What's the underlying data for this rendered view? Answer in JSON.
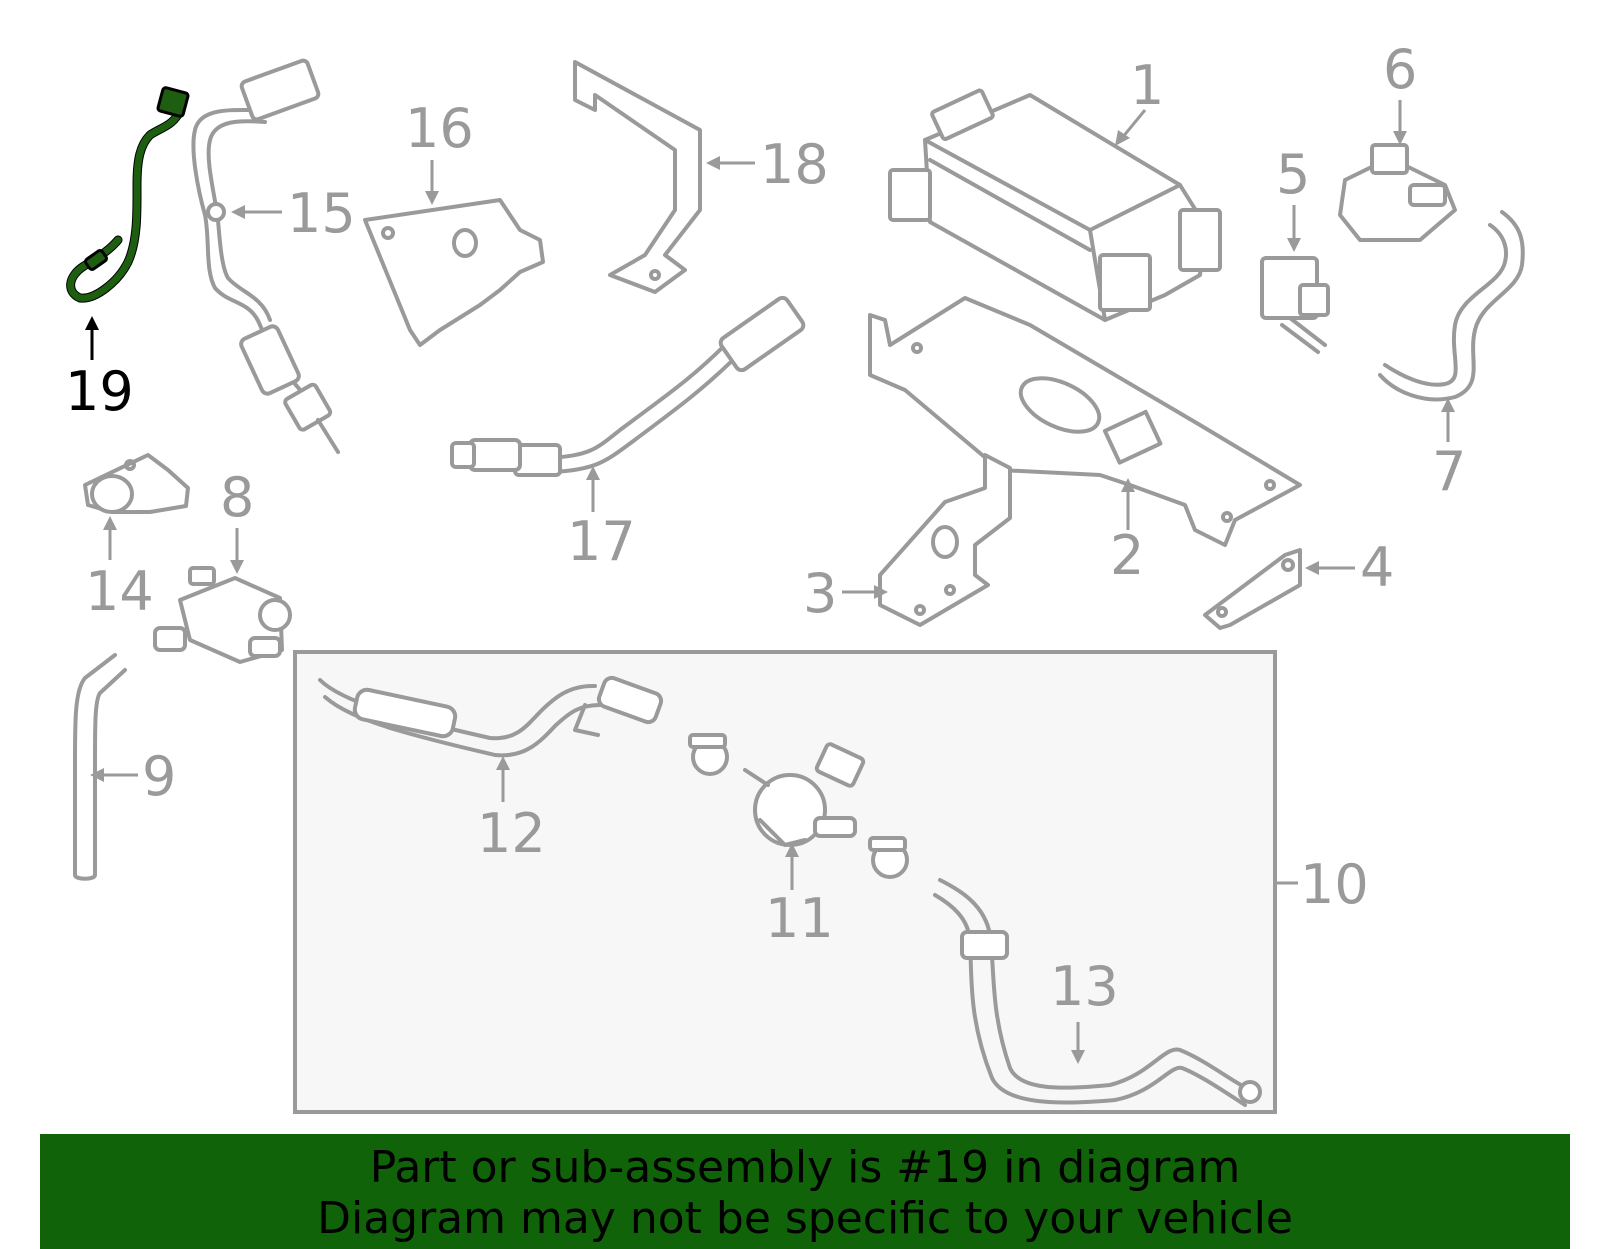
{
  "callouts": {
    "c1": "1",
    "c2": "2",
    "c3": "3",
    "c4": "4",
    "c5": "5",
    "c6": "6",
    "c7": "7",
    "c8": "8",
    "c9": "9",
    "c10": "10",
    "c11": "11",
    "c12": "12",
    "c13": "13",
    "c14": "14",
    "c15": "15",
    "c16": "16",
    "c17": "17",
    "c18": "18",
    "c19": "19"
  },
  "highlighted_part": "19",
  "banner": {
    "line1": "Part or sub-assembly is #19 in diagram",
    "line2": "Diagram may not be specific to your vehicle"
  },
  "colors": {
    "highlight": "#1d5e10",
    "banner_bg": "#116309",
    "part_stroke": "#9a9a9a",
    "subassembly_bg": "#f7f7f7"
  }
}
